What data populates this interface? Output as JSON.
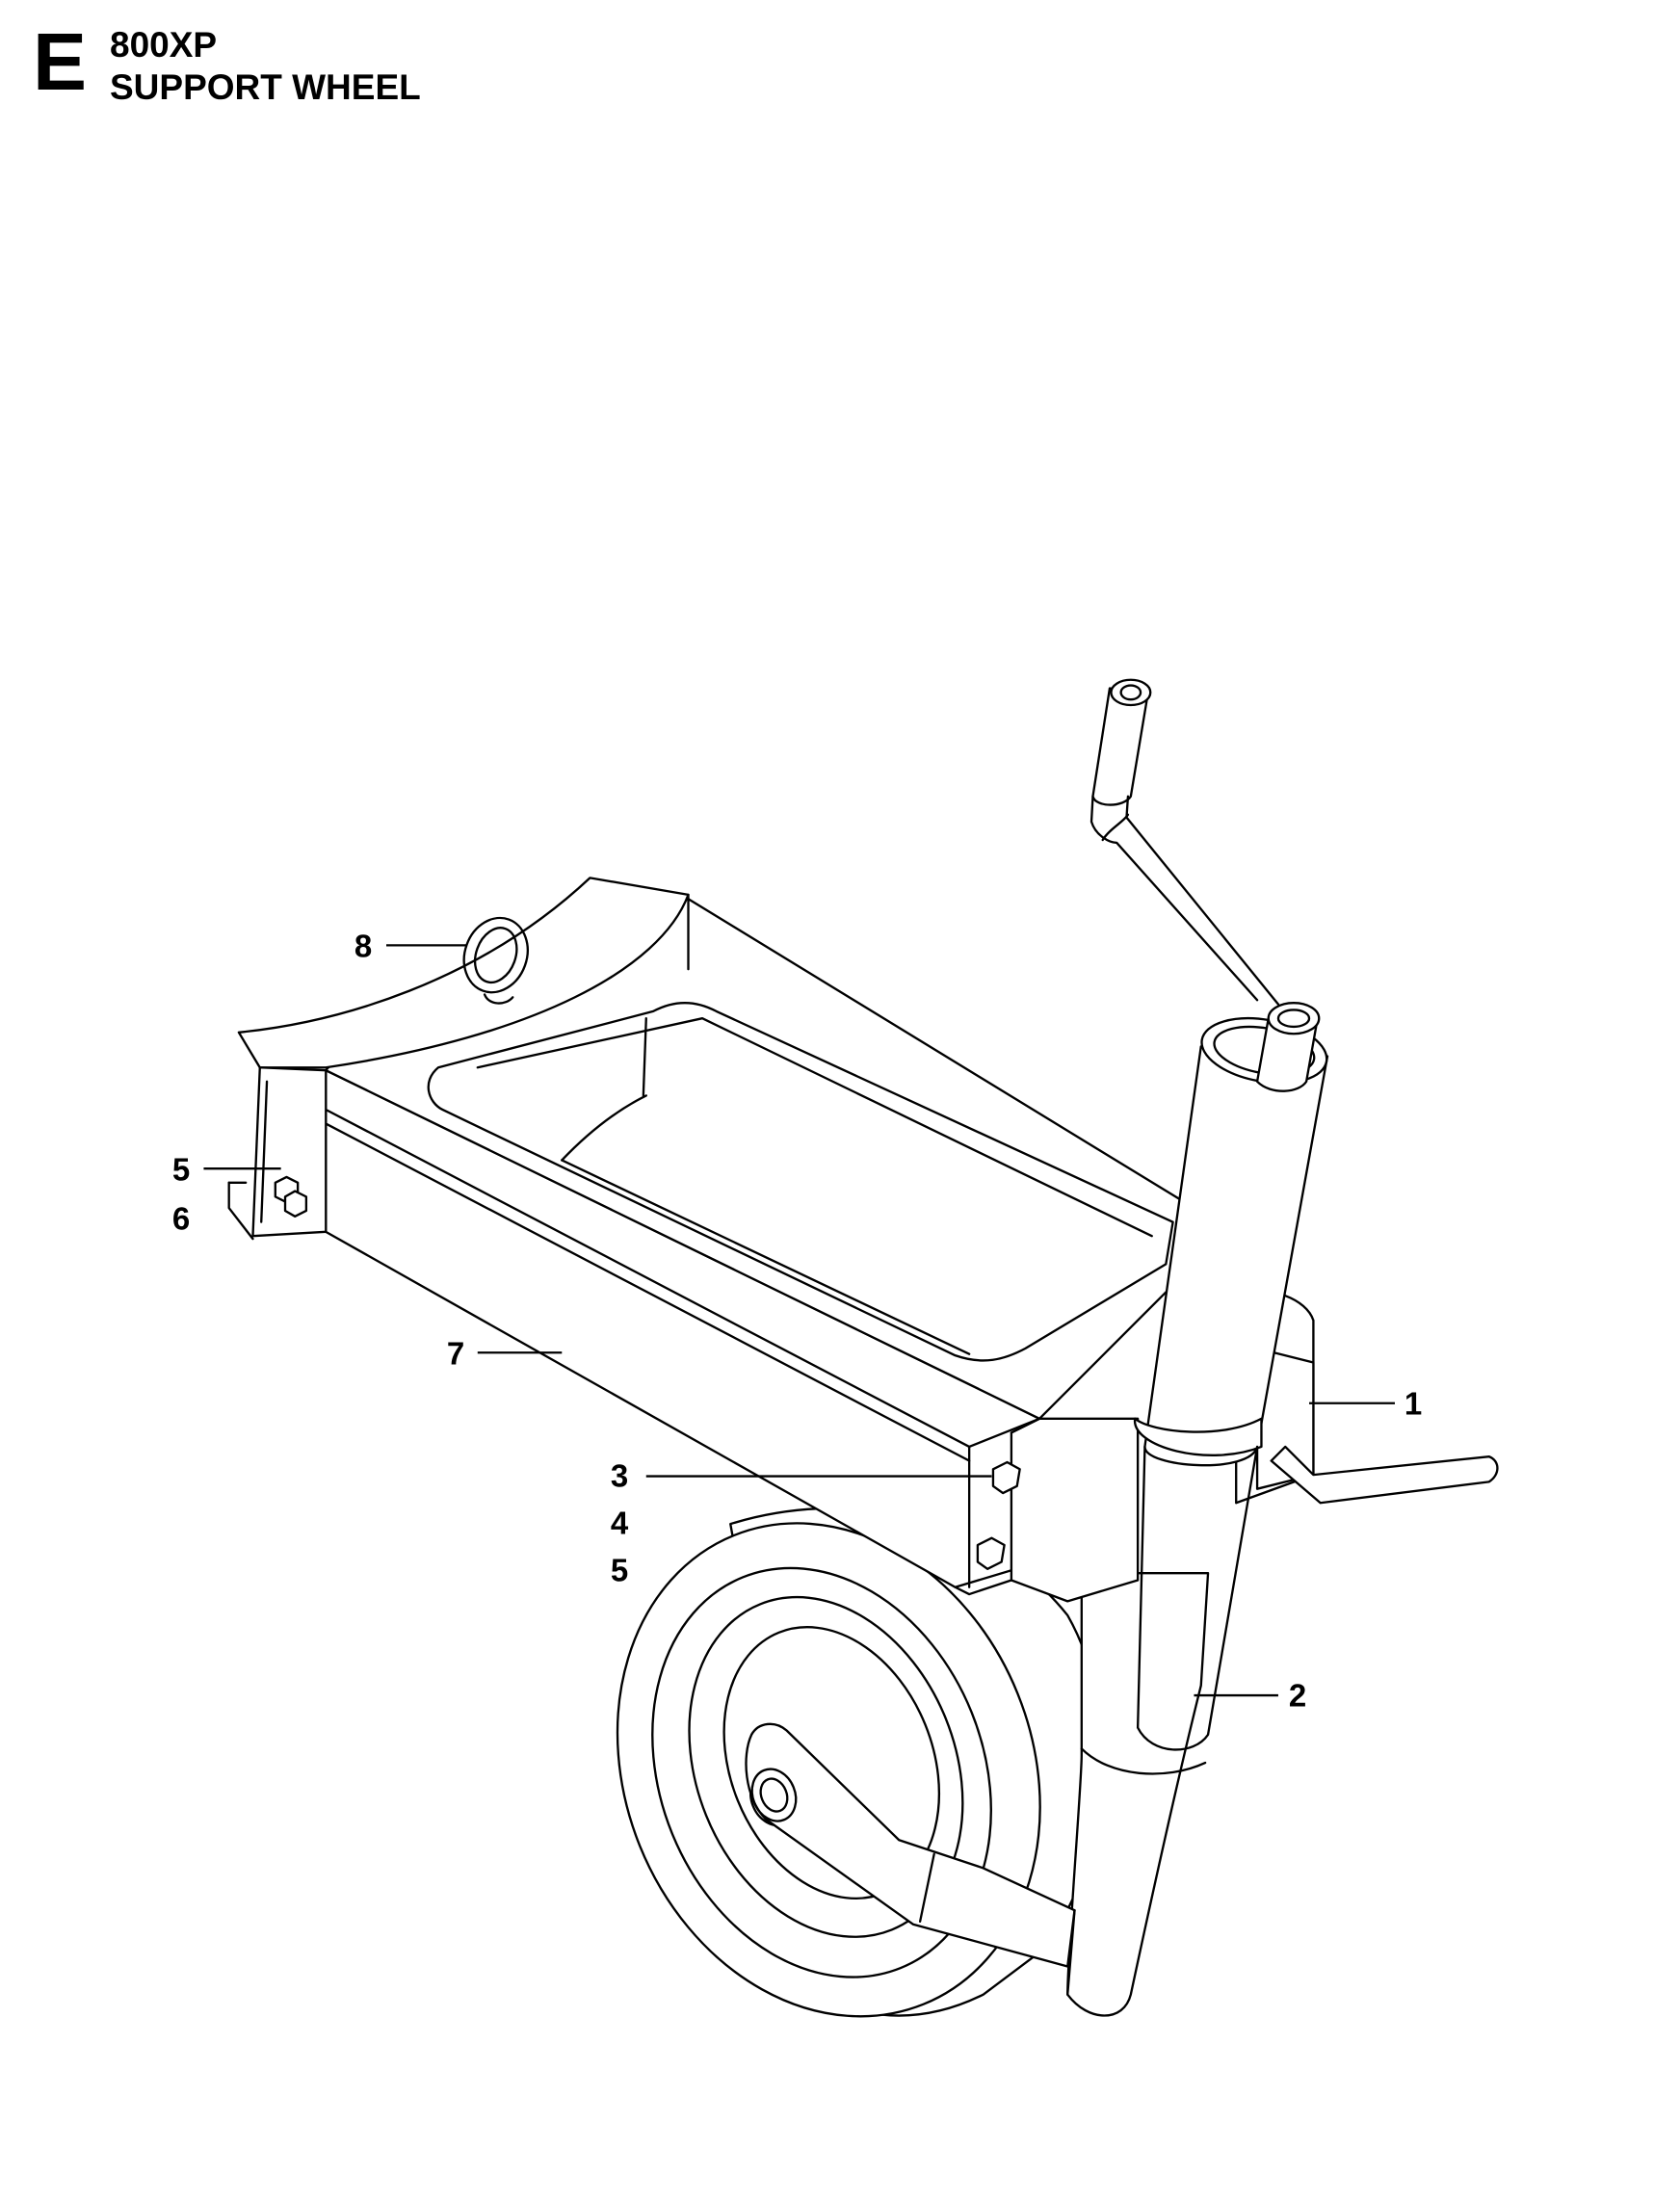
{
  "header": {
    "section_letter": "E",
    "model": "800XP",
    "title": "SUPPORT WHEEL"
  },
  "callouts": [
    {
      "id": "c8",
      "label": "8",
      "part": "ring"
    },
    {
      "id": "c5a",
      "label": "5",
      "part": "bolt-left"
    },
    {
      "id": "c6",
      "label": "6",
      "part": "washer-left"
    },
    {
      "id": "c7",
      "label": "7",
      "part": "frame"
    },
    {
      "id": "c1",
      "label": "1",
      "part": "jack-clamp"
    },
    {
      "id": "c3",
      "label": "3",
      "part": "bolt-right"
    },
    {
      "id": "c4",
      "label": "4",
      "part": "washer-right"
    },
    {
      "id": "c5b",
      "label": "5",
      "part": "nut-right"
    },
    {
      "id": "c2",
      "label": "2",
      "part": "jack-wheel"
    }
  ],
  "colors": {
    "line": "#000000",
    "background": "#ffffff"
  }
}
